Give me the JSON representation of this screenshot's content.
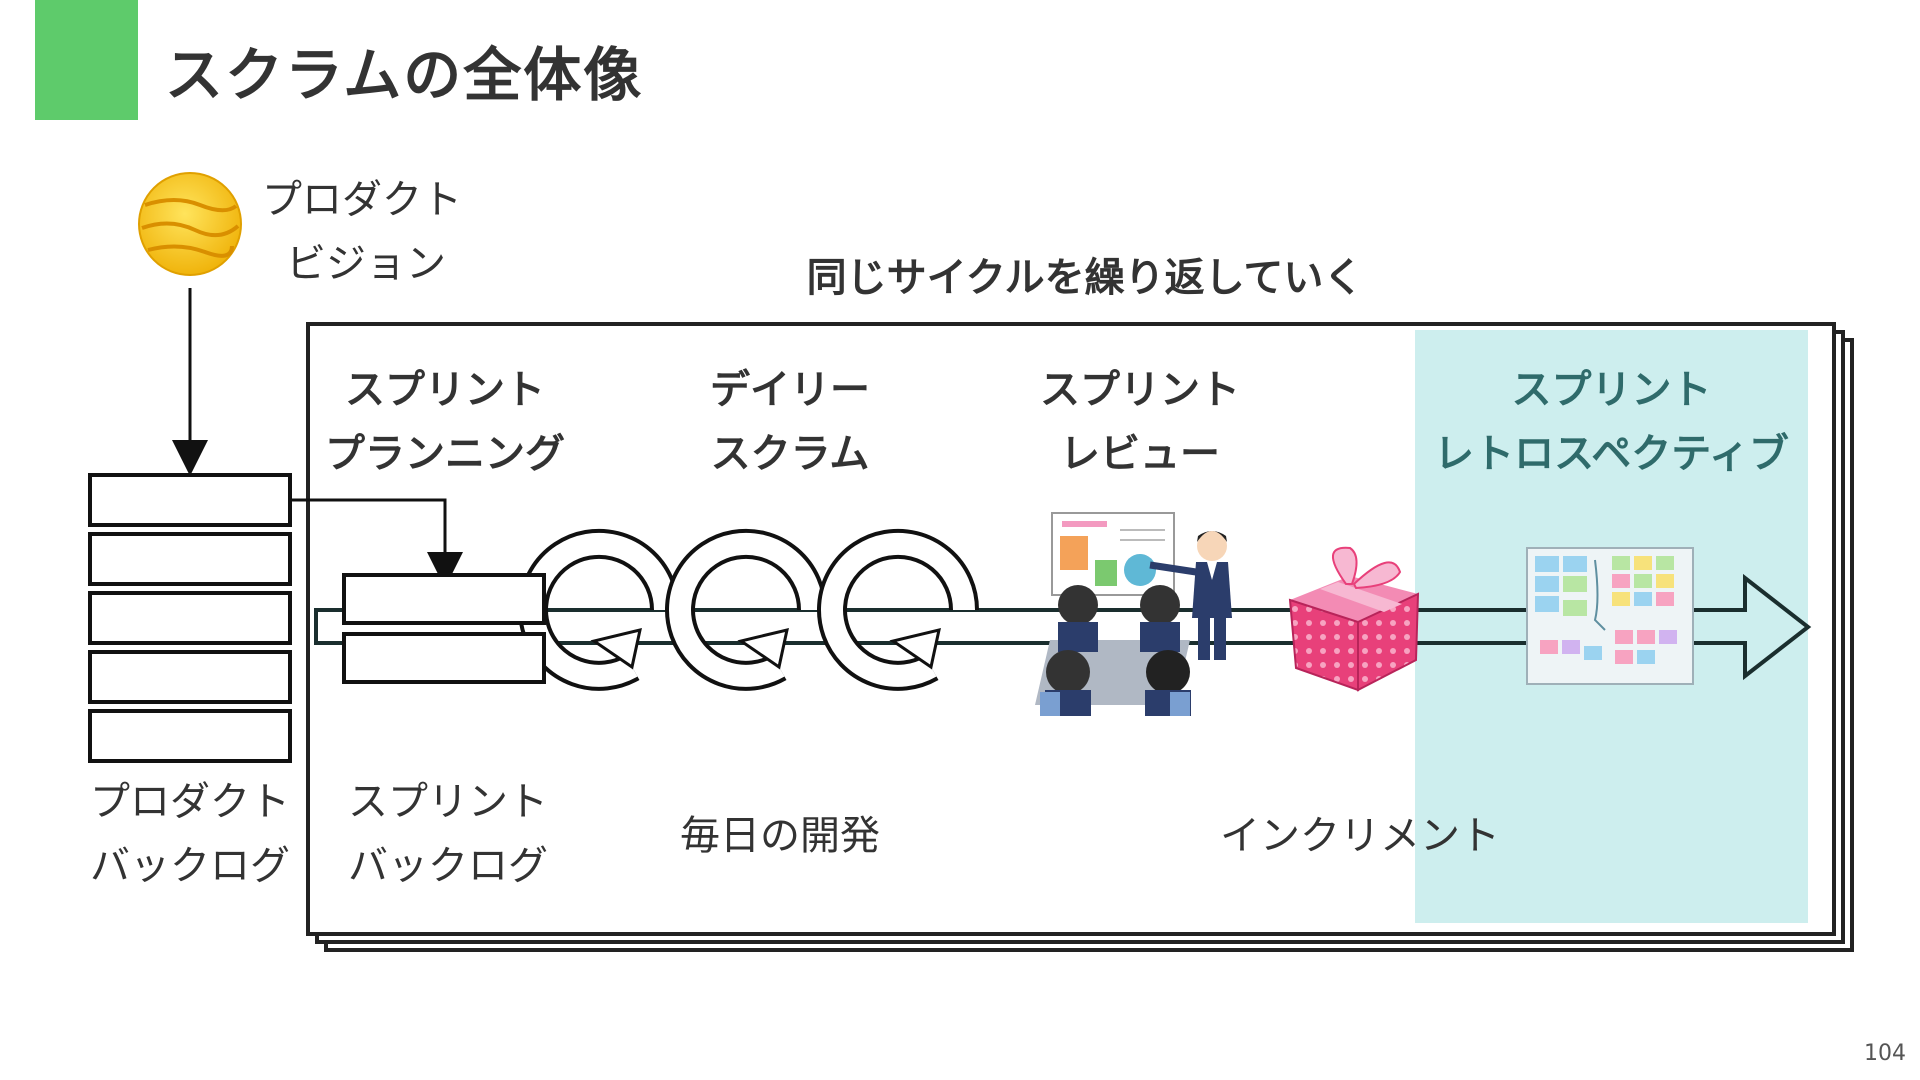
{
  "slide": {
    "title": "スクラムの全体像",
    "page_number": "104"
  },
  "vision": {
    "label_line1": "プロダクト",
    "label_line2": "ビジョン"
  },
  "cycle": {
    "caption": "同じサイクルを繰り返していく"
  },
  "events": [
    {
      "line1": "スプリント",
      "line2": "プランニング"
    },
    {
      "line1": "デイリー",
      "line2": "スクラム"
    },
    {
      "line1": "スプリント",
      "line2": "レビュー"
    },
    {
      "line1": "スプリント",
      "line2": "レトロスペクティブ"
    }
  ],
  "artifacts": {
    "product_backlog_line1": "プロダクト",
    "product_backlog_line2": "バックログ",
    "sprint_backlog_line1": "スプリント",
    "sprint_backlog_line2": "バックログ",
    "daily_dev": "毎日の開発",
    "increment": "インクリメント"
  },
  "colors": {
    "accent_green": "#5ecb6b",
    "retro_highlight": "#cdeeee",
    "retro_text": "#2f6b6b",
    "gift_pink": "#e8407a",
    "sun_yellow": "#f5c518"
  },
  "icons": [
    "sun-icon",
    "review-meeting-illustration",
    "gift-icon",
    "sticky-note-board-illustration",
    "cycle-arrow-icon"
  ]
}
